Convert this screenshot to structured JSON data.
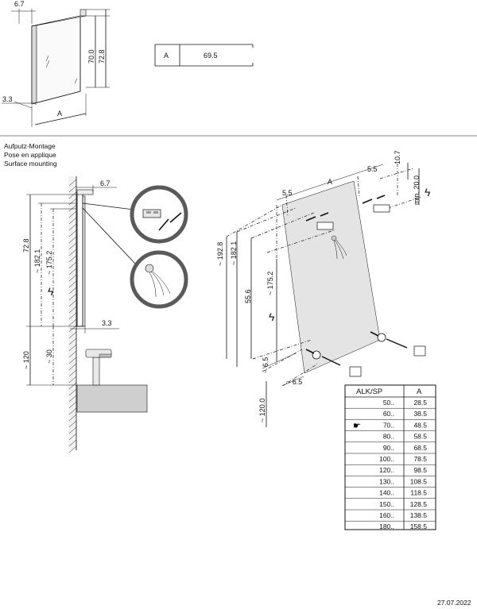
{
  "top_dims": {
    "depth": "6.7",
    "height_inner": "70.0",
    "height_outer": "72.8",
    "side": "3.3",
    "width": "A"
  },
  "a_box": {
    "label": "A",
    "value": "69.5"
  },
  "mounting_titles": [
    "Aufputz-Montage",
    "Pose en applique",
    "Surface mounting"
  ],
  "side_dims": {
    "depth": "6.7",
    "height": "72.8",
    "led": "~ 182.1",
    "outlet": "~ 175.2",
    "wall": "3.3",
    "basin": "~ 120",
    "tap": "~ 30"
  },
  "iso_dims": {
    "gap_left": "5.5",
    "width": "A",
    "gap_right": "5.5",
    "top": "10.7",
    "min": "min. 20.0",
    "h1": "~ 192.8",
    "h2": "~ 182.1",
    "h3": "~ 175.2",
    "h4": "55.6",
    "b1": "~ 6.5",
    "b2": "~ 6.5",
    "b3": "~ 120.0"
  },
  "table": {
    "headers": [
      "ALK/SP",
      "A"
    ],
    "rows": [
      [
        "50..",
        "28.5"
      ],
      [
        "60..",
        "38.5"
      ],
      [
        "70..",
        "48.5"
      ],
      [
        "80..",
        "58.5"
      ],
      [
        "90..",
        "68.5"
      ],
      [
        "100..",
        "78.5"
      ],
      [
        "120..",
        "98.5"
      ],
      [
        "130..",
        "108.5"
      ],
      [
        "140..",
        "118.5"
      ],
      [
        "150..",
        "128.5"
      ],
      [
        "160..",
        "138.5"
      ],
      [
        "180..",
        "158.5"
      ]
    ],
    "highlight_row": 2
  },
  "date": "27.07.2022",
  "colors": {
    "line": "#111111",
    "panel": "#e4e4e4",
    "wall": "#cfcfcf",
    "bubble": "#5a5a5a"
  }
}
